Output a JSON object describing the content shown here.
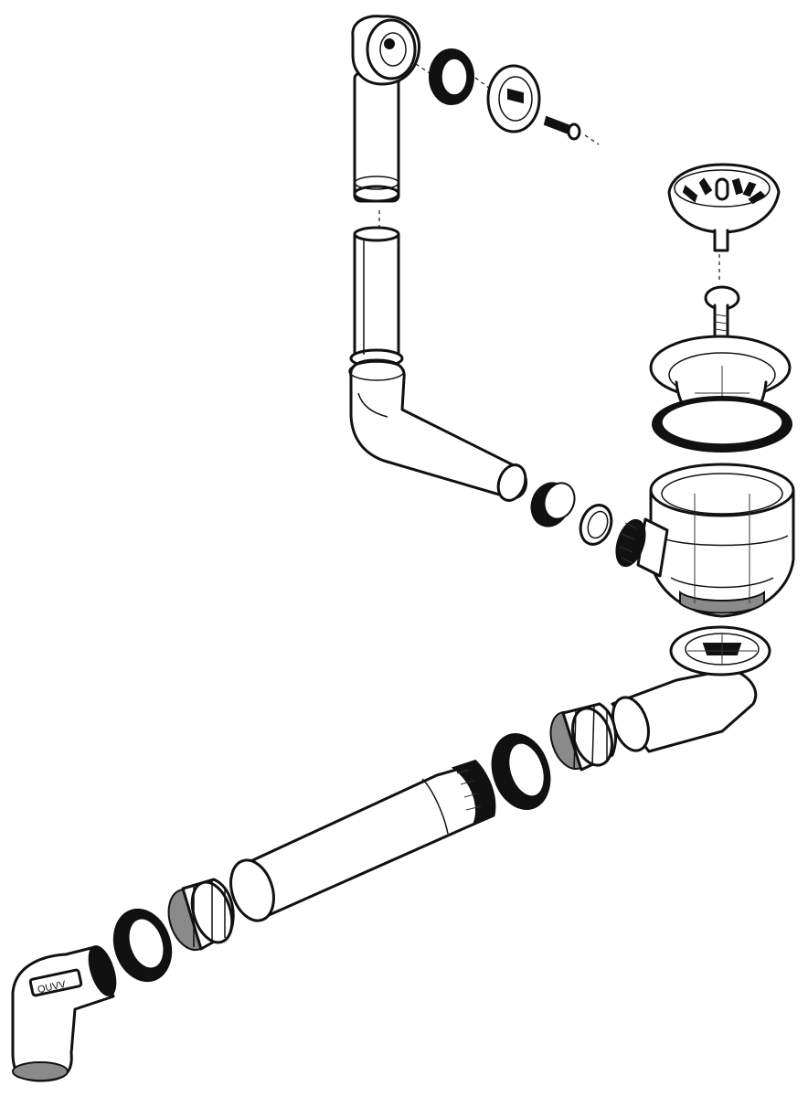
{
  "diagram": {
    "elbow_marking": "QUVV",
    "colors": {
      "line": "#111111",
      "fill": "#ffffff",
      "shade": "#8a8a8a"
    },
    "components": [
      "overflow-head",
      "overflow-seal-ring",
      "overflow-cover-plate",
      "overflow-screw",
      "overflow-upper-tube",
      "overflow-lower-tube",
      "overflow-elbow-pipe",
      "overflow-union-nut",
      "overflow-washer",
      "strainer-basket",
      "strainer-screw",
      "sink-flange",
      "flange-gasket",
      "drain-body",
      "bottom-outlet",
      "outlet-union-nut",
      "outlet-seal-ring",
      "long-drain-pipe",
      "end-union-nut",
      "end-seal-ring",
      "outlet-elbow"
    ]
  }
}
